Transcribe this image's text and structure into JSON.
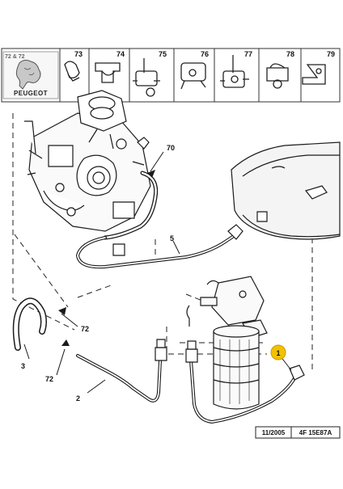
{
  "brand": {
    "name": "PEUGEOT"
  },
  "strip_labels": [
    "73",
    "74",
    "75",
    "76",
    "77",
    "78",
    "79"
  ],
  "corner_label_partial": "72 & 72",
  "callouts": {
    "c70": "70",
    "c5": "5",
    "c72a": "72",
    "c3": "3",
    "c72b": "72",
    "c2": "2",
    "c1": "1"
  },
  "footer": {
    "date": "11/2005",
    "ref": "4F 15E87A"
  },
  "colors": {
    "line": "#1a1a1a",
    "callout_fill": "#f2c200",
    "panel_bg": "#f4f4f4"
  }
}
